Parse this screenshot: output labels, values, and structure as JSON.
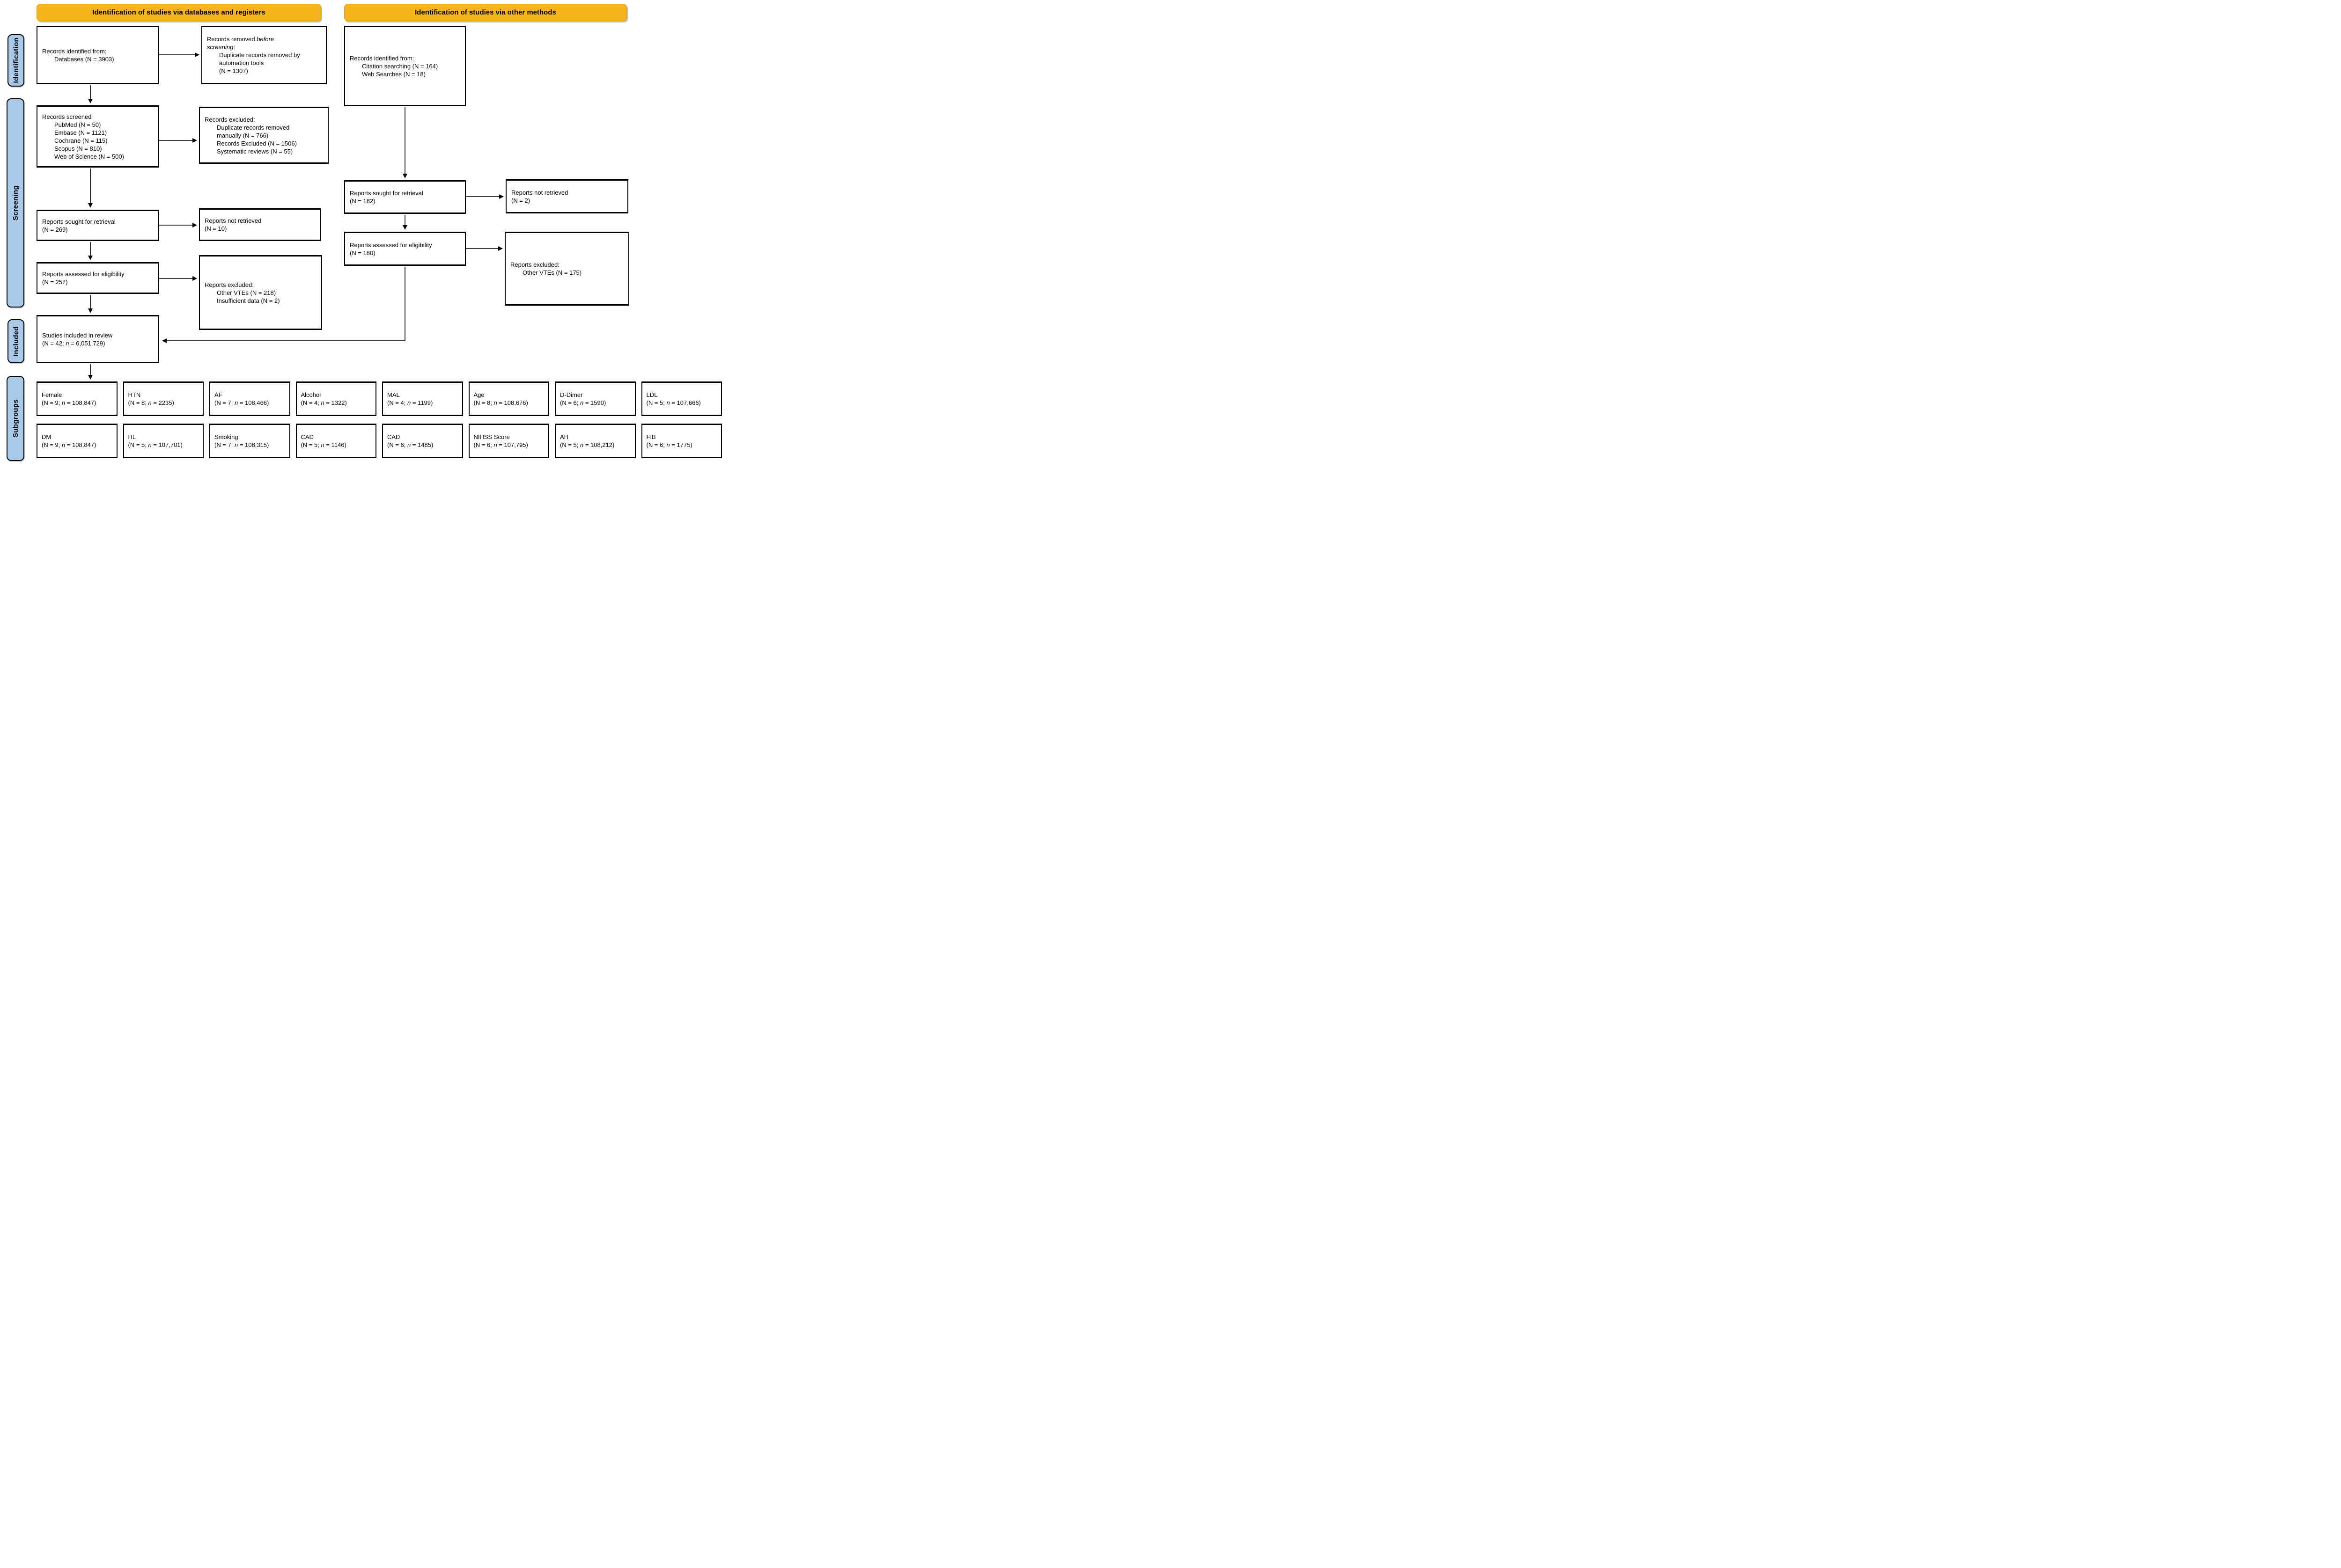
{
  "banners": {
    "left": "Identification of studies via databases and registers",
    "right": "Identification of studies via other methods"
  },
  "sidebar": {
    "identification": "Identification",
    "screening": "Screening",
    "included": "Included",
    "subgroups": "Subgroups"
  },
  "colors": {
    "banner_fill": "#F7B41B",
    "banner_text": "#000000",
    "sidebar_fill": "#A9C9E9",
    "box_border": "#000000",
    "arrow": "#000000",
    "background": "#FFFFFF"
  },
  "boxes": {
    "b1": {
      "lines": [
        {
          "ind": 0,
          "segs": [
            {
              "t": "Records identified from:"
            }
          ]
        },
        {
          "ind": 1,
          "segs": [
            {
              "t": "Databases (N = 3903)"
            }
          ]
        }
      ]
    },
    "b2": {
      "lines": [
        {
          "ind": 0,
          "segs": [
            {
              "t": "Records removed "
            },
            {
              "t": "before",
              "it": true
            }
          ]
        },
        {
          "ind": 0,
          "segs": [
            {
              "t": "screening",
              "it": true
            },
            {
              "t": ":"
            }
          ]
        },
        {
          "ind": 1,
          "segs": [
            {
              "t": "Duplicate records removed by"
            }
          ]
        },
        {
          "ind": 1,
          "segs": [
            {
              "t": "automation tools"
            }
          ]
        },
        {
          "ind": 1,
          "segs": [
            {
              "t": "(N = 1307)"
            }
          ]
        }
      ]
    },
    "b3": {
      "lines": [
        {
          "ind": 0,
          "segs": [
            {
              "t": "Records screened"
            }
          ]
        },
        {
          "ind": 1,
          "segs": [
            {
              "t": "PubMed (N = 50)"
            }
          ]
        },
        {
          "ind": 1,
          "segs": [
            {
              "t": "Embase (N = 1121)"
            }
          ]
        },
        {
          "ind": 1,
          "segs": [
            {
              "t": "Cochrane (N = 115)"
            }
          ]
        },
        {
          "ind": 1,
          "segs": [
            {
              "t": "Scopus (N = 810)"
            }
          ]
        },
        {
          "ind": 1,
          "segs": [
            {
              "t": "Web of Science (N = 500)"
            }
          ]
        }
      ]
    },
    "b4": {
      "lines": [
        {
          "ind": 0,
          "segs": [
            {
              "t": "Records excluded:"
            }
          ]
        },
        {
          "ind": 1,
          "segs": [
            {
              "t": "Duplicate records removed"
            }
          ]
        },
        {
          "ind": 1,
          "segs": [
            {
              "t": "manually (N = 766)"
            }
          ]
        },
        {
          "ind": 1,
          "segs": [
            {
              "t": "Records Excluded (N = 1506)"
            }
          ]
        },
        {
          "ind": 1,
          "segs": [
            {
              "t": "Systematic reviews (N = 55)"
            }
          ]
        }
      ]
    },
    "b5": {
      "lines": [
        {
          "ind": 0,
          "segs": [
            {
              "t": "Reports sought for retrieval"
            }
          ]
        },
        {
          "ind": 0,
          "segs": [
            {
              "t": "(N = 269)"
            }
          ]
        }
      ]
    },
    "b6": {
      "lines": [
        {
          "ind": 0,
          "segs": [
            {
              "t": "Reports not retrieved"
            }
          ]
        },
        {
          "ind": 0,
          "segs": [
            {
              "t": "(N = 10)"
            }
          ]
        }
      ]
    },
    "b7": {
      "lines": [
        {
          "ind": 0,
          "segs": [
            {
              "t": "Reports assessed for eligibility"
            }
          ]
        },
        {
          "ind": 0,
          "segs": [
            {
              "t": "(N = 257)"
            }
          ]
        }
      ]
    },
    "b8": {
      "lines": [
        {
          "ind": 0,
          "segs": [
            {
              "t": "Reports excluded:"
            }
          ]
        },
        {
          "ind": 1,
          "segs": [
            {
              "t": "Other VTEs (N = 218)"
            }
          ]
        },
        {
          "ind": 1,
          "segs": [
            {
              "t": "Insufficient data (N = 2)"
            }
          ]
        }
      ]
    },
    "b9": {
      "lines": [
        {
          "ind": 0,
          "segs": [
            {
              "t": "Studies included in review"
            }
          ]
        },
        {
          "ind": 0,
          "segs": [
            {
              "t": "(N = 42; "
            },
            {
              "t": "n",
              "it": true
            },
            {
              "t": " = 6,051,729)"
            }
          ]
        }
      ]
    },
    "rb1": {
      "lines": [
        {
          "ind": 0,
          "segs": [
            {
              "t": "Records identified from:"
            }
          ]
        },
        {
          "ind": 1,
          "segs": [
            {
              "t": "Citation searching (N = 164)"
            }
          ]
        },
        {
          "ind": 1,
          "segs": [
            {
              "t": "Web Searches (N = 18)"
            }
          ]
        }
      ]
    },
    "rb2": {
      "lines": [
        {
          "ind": 0,
          "segs": [
            {
              "t": "Reports sought for retrieval"
            }
          ]
        },
        {
          "ind": 0,
          "segs": [
            {
              "t": "(N = 182)"
            }
          ]
        }
      ]
    },
    "rb3": {
      "lines": [
        {
          "ind": 0,
          "segs": [
            {
              "t": "Reports not retrieved"
            }
          ]
        },
        {
          "ind": 0,
          "segs": [
            {
              "t": "(N = 2)"
            }
          ]
        }
      ]
    },
    "rb4": {
      "lines": [
        {
          "ind": 0,
          "segs": [
            {
              "t": "Reports assessed for eligibility"
            }
          ]
        },
        {
          "ind": 0,
          "segs": [
            {
              "t": "(N = 180)"
            }
          ]
        }
      ]
    },
    "rb5": {
      "lines": [
        {
          "ind": 0,
          "segs": [
            {
              "t": "Reports excluded:"
            }
          ]
        },
        {
          "ind": 1,
          "segs": [
            {
              "t": "Other VTEs (N = 175)"
            }
          ]
        }
      ]
    }
  },
  "subgroups": {
    "row1": [
      {
        "label": "Female",
        "lines": [
          {
            "ind": 0,
            "segs": [
              {
                "t": "Female"
              }
            ]
          },
          {
            "ind": 0,
            "segs": [
              {
                "t": "(N = 9; "
              },
              {
                "t": "n",
                "it": true
              },
              {
                "t": " = 108,847)"
              }
            ]
          }
        ]
      },
      {
        "label": "HTN",
        "lines": [
          {
            "ind": 0,
            "segs": [
              {
                "t": "HTN"
              }
            ]
          },
          {
            "ind": 0,
            "segs": [
              {
                "t": "(N = 8; "
              },
              {
                "t": "n",
                "it": true
              },
              {
                "t": " = 2235)"
              }
            ]
          }
        ]
      },
      {
        "label": "AF",
        "lines": [
          {
            "ind": 0,
            "segs": [
              {
                "t": "AF"
              }
            ]
          },
          {
            "ind": 0,
            "segs": [
              {
                "t": "(N = 7; "
              },
              {
                "t": "n",
                "it": true
              },
              {
                "t": " = 108,466)"
              }
            ]
          }
        ]
      },
      {
        "label": "Alcohol",
        "lines": [
          {
            "ind": 0,
            "segs": [
              {
                "t": "Alcohol"
              }
            ]
          },
          {
            "ind": 0,
            "segs": [
              {
                "t": "(N = 4; "
              },
              {
                "t": "n",
                "it": true
              },
              {
                "t": " = 1322)"
              }
            ]
          }
        ]
      },
      {
        "label": "MAL",
        "lines": [
          {
            "ind": 0,
            "segs": [
              {
                "t": "MAL"
              }
            ]
          },
          {
            "ind": 0,
            "segs": [
              {
                "t": "(N = 4; "
              },
              {
                "t": "n",
                "it": true
              },
              {
                "t": " = 1199)"
              }
            ]
          }
        ]
      },
      {
        "label": "Age",
        "lines": [
          {
            "ind": 0,
            "segs": [
              {
                "t": "Age"
              }
            ]
          },
          {
            "ind": 0,
            "segs": [
              {
                "t": "(N = 8; "
              },
              {
                "t": "n",
                "it": true
              },
              {
                "t": " = 108,676)"
              }
            ]
          }
        ]
      },
      {
        "label": "D-Dimer",
        "lines": [
          {
            "ind": 0,
            "segs": [
              {
                "t": "D-Dimer"
              }
            ]
          },
          {
            "ind": 0,
            "segs": [
              {
                "t": "(N = 6; "
              },
              {
                "t": "n",
                "it": true
              },
              {
                "t": " = 1590)"
              }
            ]
          }
        ]
      },
      {
        "label": "LDL",
        "lines": [
          {
            "ind": 0,
            "segs": [
              {
                "t": "LDL"
              }
            ]
          },
          {
            "ind": 0,
            "segs": [
              {
                "t": "(N = 5; "
              },
              {
                "t": "n",
                "it": true
              },
              {
                "t": " = 107,666)"
              }
            ]
          }
        ]
      }
    ],
    "row2": [
      {
        "label": "DM",
        "lines": [
          {
            "ind": 0,
            "segs": [
              {
                "t": "DM"
              }
            ]
          },
          {
            "ind": 0,
            "segs": [
              {
                "t": "(N = 9; "
              },
              {
                "t": "n",
                "it": true
              },
              {
                "t": " = 108,847)"
              }
            ]
          }
        ]
      },
      {
        "label": "HL",
        "lines": [
          {
            "ind": 0,
            "segs": [
              {
                "t": "HL"
              }
            ]
          },
          {
            "ind": 0,
            "segs": [
              {
                "t": "(N = 5; "
              },
              {
                "t": "n",
                "it": true
              },
              {
                "t": " = 107,701)"
              }
            ]
          }
        ]
      },
      {
        "label": "Smoking",
        "lines": [
          {
            "ind": 0,
            "segs": [
              {
                "t": "Smoking"
              }
            ]
          },
          {
            "ind": 0,
            "segs": [
              {
                "t": "(N = 7; "
              },
              {
                "t": "n",
                "it": true
              },
              {
                "t": " = 108,315)"
              }
            ]
          }
        ]
      },
      {
        "label": "CAD",
        "lines": [
          {
            "ind": 0,
            "segs": [
              {
                "t": "CAD"
              }
            ]
          },
          {
            "ind": 0,
            "segs": [
              {
                "t": "(N = 5; "
              },
              {
                "t": "n",
                "it": true
              },
              {
                "t": " = 1146)"
              }
            ]
          }
        ]
      },
      {
        "label": "CAD",
        "lines": [
          {
            "ind": 0,
            "segs": [
              {
                "t": "CAD"
              }
            ]
          },
          {
            "ind": 0,
            "segs": [
              {
                "t": "(N = 6; "
              },
              {
                "t": "n",
                "it": true
              },
              {
                "t": " = 1485)"
              }
            ]
          }
        ]
      },
      {
        "label": "NIHSS Score",
        "lines": [
          {
            "ind": 0,
            "segs": [
              {
                "t": "NIHSS Score"
              }
            ]
          },
          {
            "ind": 0,
            "segs": [
              {
                "t": "(N = 6; "
              },
              {
                "t": "n",
                "it": true
              },
              {
                "t": " = 107,795)"
              }
            ]
          }
        ]
      },
      {
        "label": "AH",
        "lines": [
          {
            "ind": 0,
            "segs": [
              {
                "t": "AH"
              }
            ]
          },
          {
            "ind": 0,
            "segs": [
              {
                "t": "(N = 5; "
              },
              {
                "t": "n",
                "it": true
              },
              {
                "t": " = 108,212)"
              }
            ]
          }
        ]
      },
      {
        "label": "FIB",
        "lines": [
          {
            "ind": 0,
            "segs": [
              {
                "t": "FIB"
              }
            ]
          },
          {
            "ind": 0,
            "segs": [
              {
                "t": "(N = 6; "
              },
              {
                "t": "n",
                "it": true
              },
              {
                "t": " = 1775)"
              }
            ]
          }
        ]
      }
    ]
  }
}
